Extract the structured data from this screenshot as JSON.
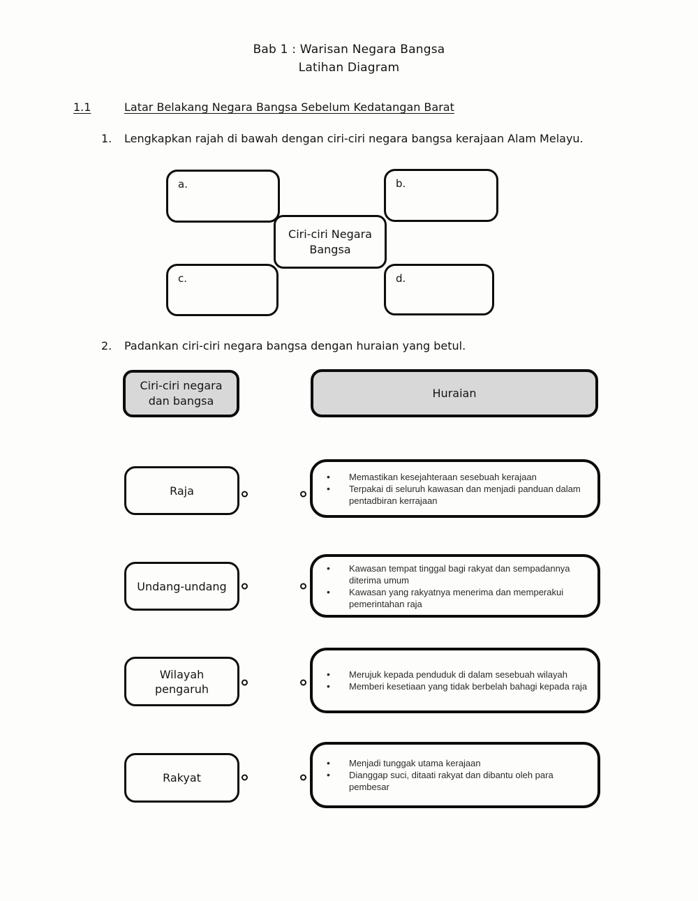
{
  "header": {
    "title_line1": "Bab 1 : Warisan Negara Bangsa",
    "title_line2": "Latihan Diagram"
  },
  "section": {
    "number": "1.1",
    "heading": "Latar Belakang Negara Bangsa Sebelum Kedatangan Barat"
  },
  "q1": {
    "number": "1.",
    "text": "Lengkapkan rajah di bawah dengan ciri-ciri negara bangsa kerajaan Alam Melayu.",
    "diagram": {
      "center_label": "Ciri-ciri Negara\nBangsa",
      "boxes": [
        {
          "label": "a."
        },
        {
          "label": "b."
        },
        {
          "label": "c."
        },
        {
          "label": "d."
        }
      ]
    }
  },
  "q2": {
    "number": "2.",
    "text": "Padankan ciri-ciri negara bangsa dengan huraian yang betul.",
    "headers": {
      "left": "Ciri-ciri negara\ndan bangsa",
      "right": "Huraian"
    },
    "rows": [
      {
        "label": "Raja",
        "bullets": [
          "Memastikan kesejahteraan sesebuah kerajaan",
          "Terpakai di seluruh kawasan dan menjadi panduan dalam pentadbiran kerrajaan"
        ]
      },
      {
        "label": "Undang-undang",
        "bullets": [
          "Kawasan tempat tinggal bagi rakyat dan sempadannya diterima umum",
          "Kawasan yang rakyatnya menerima dan memperakui pemerintahan raja"
        ]
      },
      {
        "label": "Wilayah\npengaruh",
        "bullets": [
          "Merujuk kepada penduduk di dalam sesebuah wilayah",
          "Memberi kesetiaan yang tidak berbelah bahagi kepada raja"
        ]
      },
      {
        "label": "Rakyat",
        "bullets": [
          "Menjadi tunggak utama kerajaan",
          "Dianggap suci, ditaati rakyat dan dibantu oleh para pembesar"
        ]
      }
    ]
  },
  "colors": {
    "header_fill": "#d8d8d8",
    "line": "#0d0d0d",
    "page_background": "#fdfdfc"
  }
}
